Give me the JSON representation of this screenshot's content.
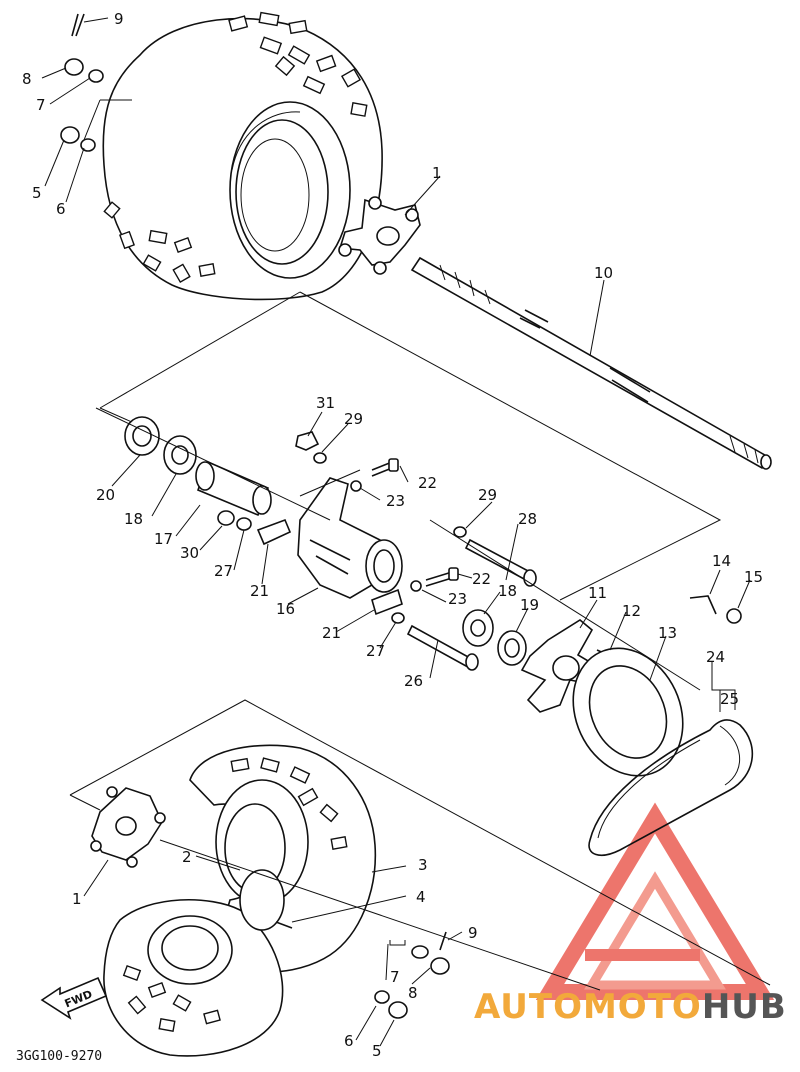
{
  "diagram": {
    "drawing_code": "3GG100-9270",
    "fwd_label": "FWD",
    "callouts": {
      "c1_top": "1",
      "c5_top": "5",
      "c6_top": "6",
      "c7_top": "7",
      "c8_top": "8",
      "c9_top": "9",
      "c10": "10",
      "c31": "31",
      "c29a": "29",
      "c20": "20",
      "c18a": "18",
      "c17": "17",
      "c30": "30",
      "c27a": "27",
      "c21a": "21",
      "c16": "16",
      "c22a": "22",
      "c23a": "23",
      "c29b": "29",
      "c28": "28",
      "c22b": "22",
      "c23b": "23",
      "c18b": "18",
      "c19": "19",
      "c11": "11",
      "c12": "12",
      "c13": "13",
      "c14": "14",
      "c15": "15",
      "c24": "24",
      "c25": "25",
      "c21b": "21",
      "c27b": "27",
      "c26": "26",
      "c2": "2",
      "c3": "3",
      "c4": "4",
      "c1_bottom": "1",
      "c9_bottom": "9",
      "c7_bottom": "7",
      "c8_bottom": "8",
      "c6_bottom": "6",
      "c5_bottom": "5"
    }
  },
  "watermark": {
    "brand_part1": "AUTOMOTO",
    "brand_part2": "HUB",
    "color_primary": "#e8473c",
    "color_secondary": "#f2a93b",
    "color_tertiary": "#555555"
  }
}
